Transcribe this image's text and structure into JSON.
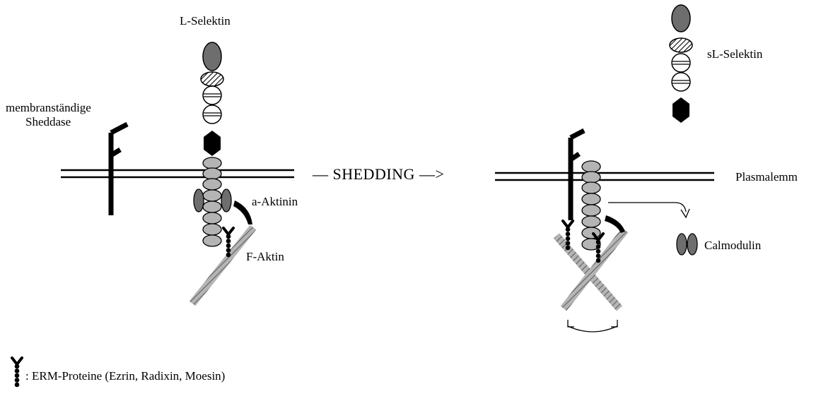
{
  "labels": {
    "l_selektin": "L-Selektin",
    "sl_selektin": "sL-Selektin",
    "sheddase_line1": "membranständige",
    "sheddase_line2": "Sheddase",
    "shedding": "— SHEDDING —>",
    "plasmalemm": "Plasmalemm",
    "a_aktinin": "a-Aktinin",
    "f_aktin": "F-Aktin",
    "calmodulin": "Calmodulin",
    "legend": ": ERM-Proteine (Ezrin, Radixin, Moesin)"
  },
  "colors": {
    "dark_gray": "#6e6e6e",
    "light_gray": "#b4b4b4",
    "black": "#000000",
    "white": "#ffffff"
  },
  "icons": {
    "erm": "erm-protein-icon"
  }
}
